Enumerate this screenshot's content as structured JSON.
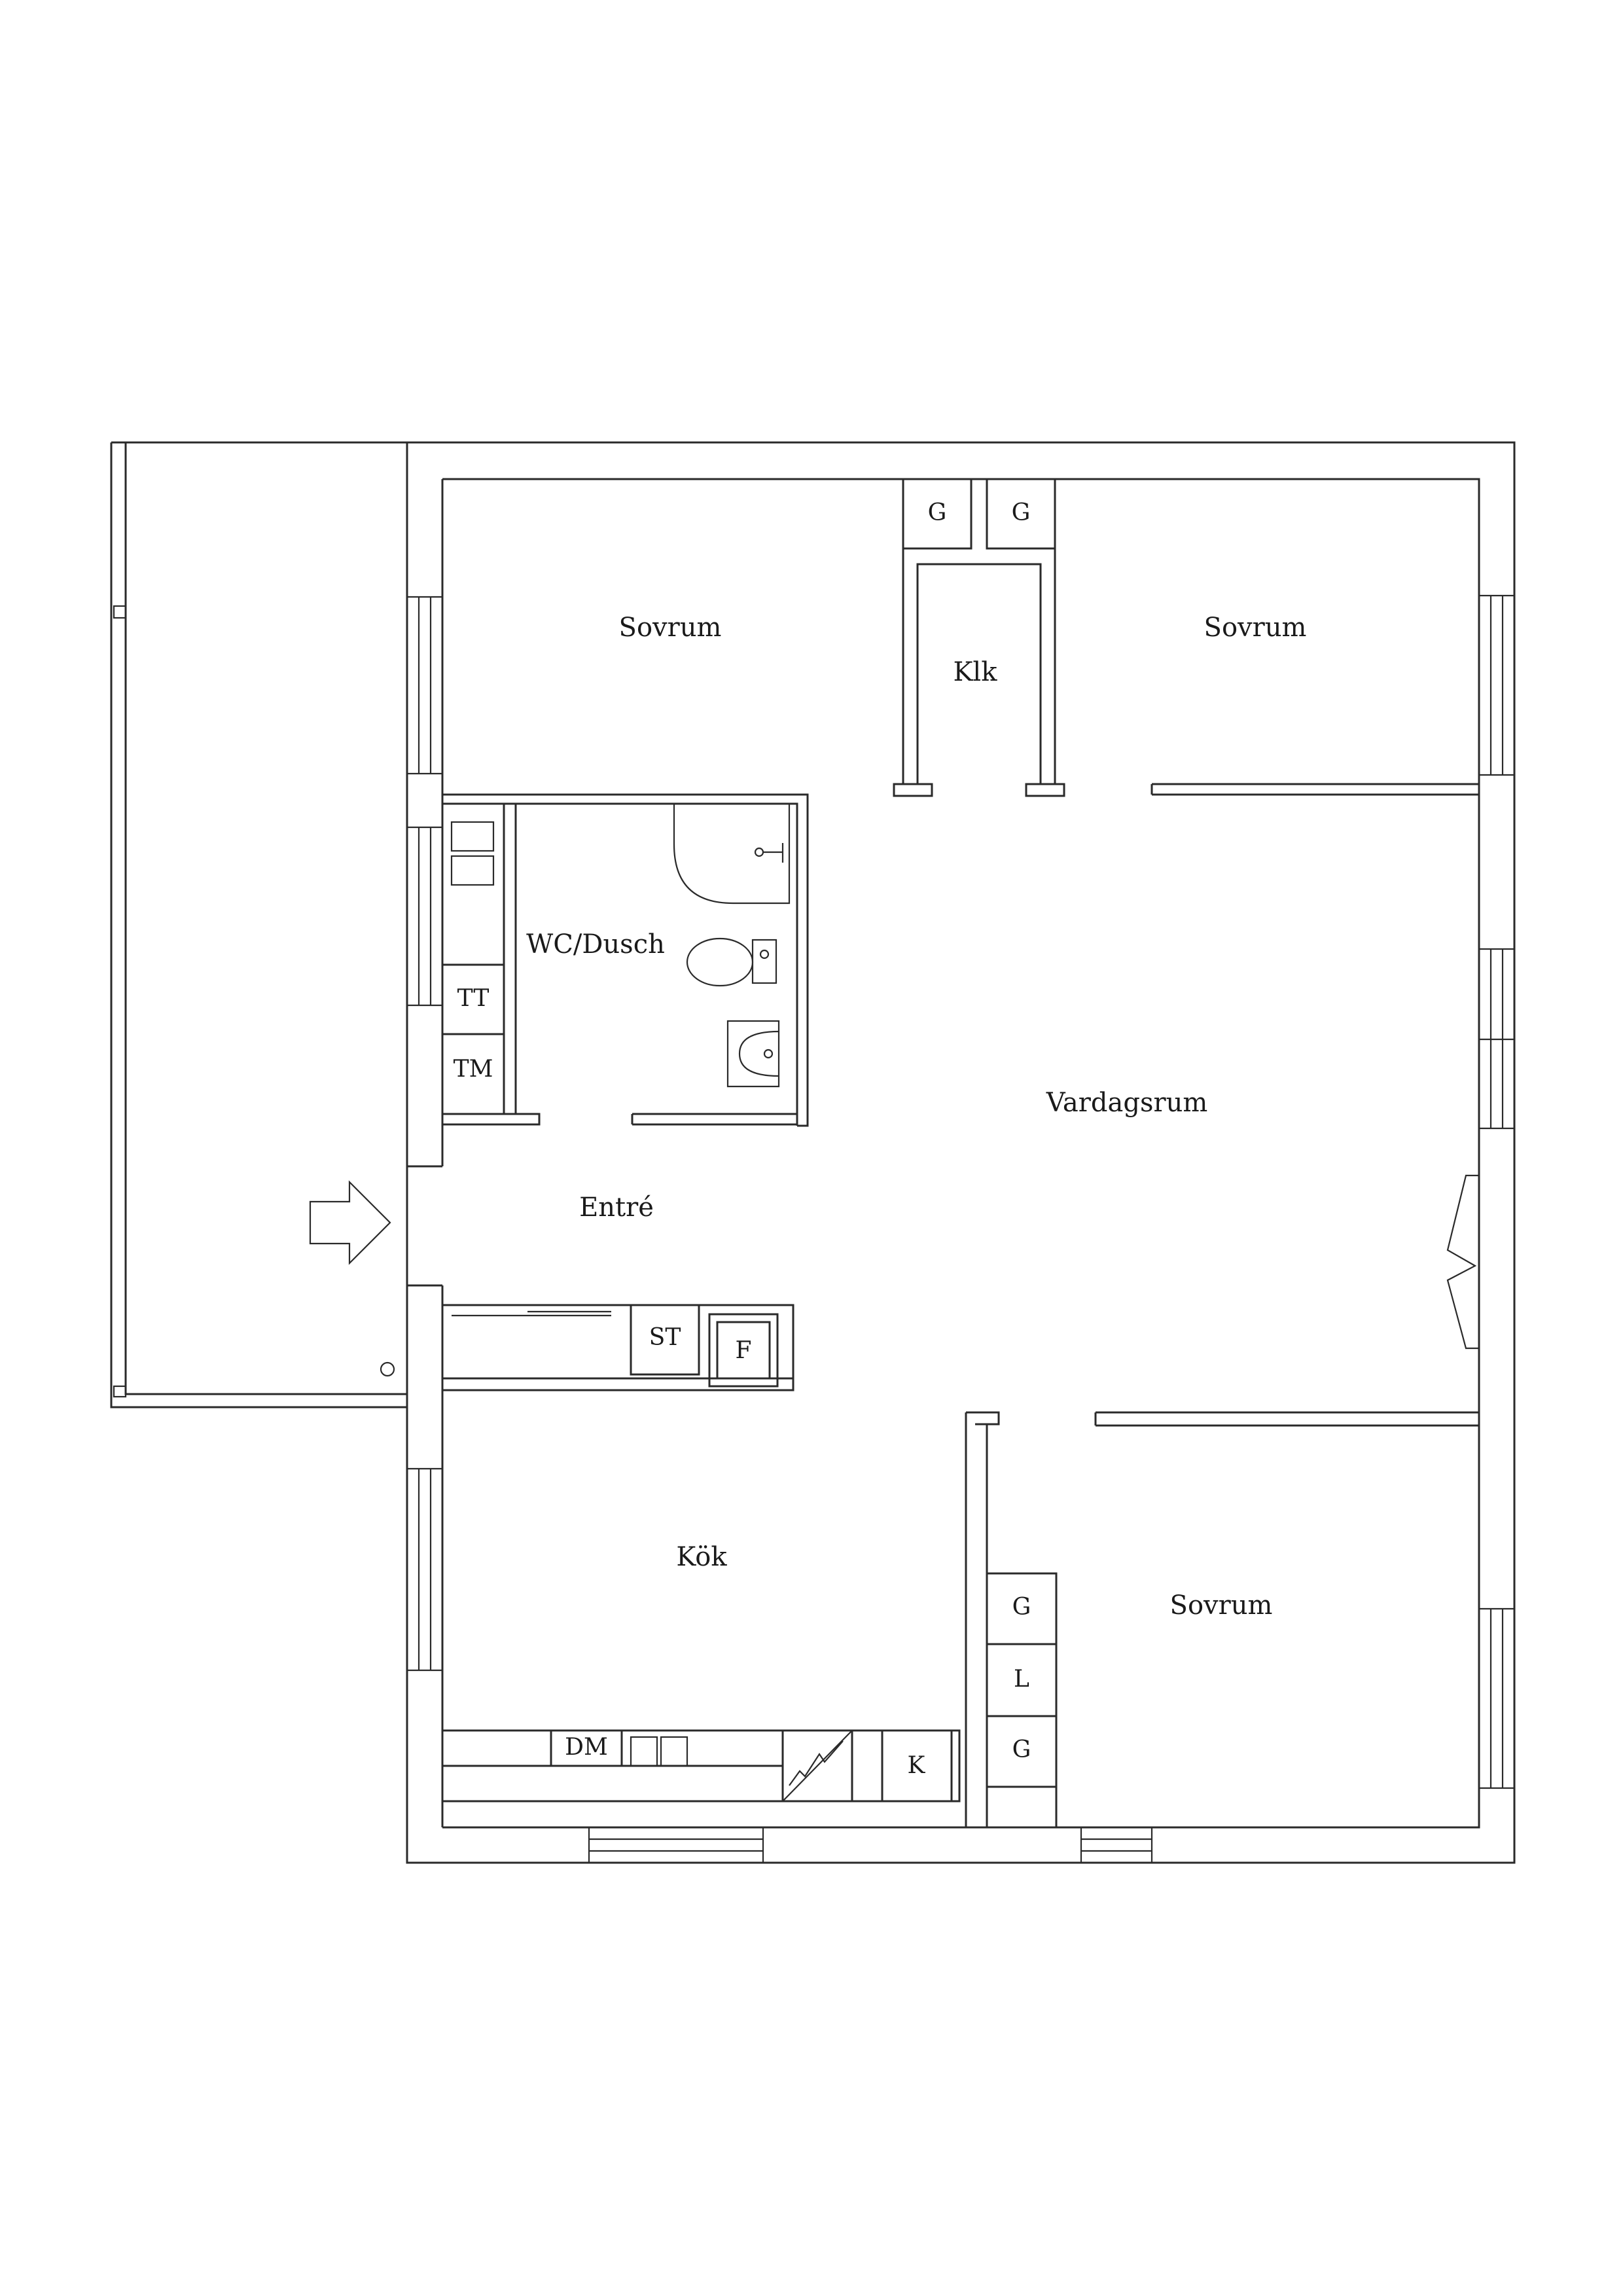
{
  "rooms": {
    "bedroom_top_left": "Sovrum",
    "bedroom_top_right": "Sovrum",
    "walk_in_closet": "Klk",
    "bathroom": "WC/Dusch",
    "living_room": "Vardagsrum",
    "entrance": "Entré",
    "kitchen": "Kök",
    "bedroom_bottom_right": "Sovrum"
  },
  "fixtures": {
    "wardrobe_top_1": "G",
    "wardrobe_top_2": "G",
    "dryer": "TT",
    "washer": "TM",
    "cabinet_st": "ST",
    "fridge": "F",
    "dishwasher": "DM",
    "fridge_kitchen": "K",
    "wardrobe_bottom_1": "G",
    "linen": "L",
    "wardrobe_bottom_2": "G"
  },
  "icons": {
    "entrance_arrow": "arrow-right-icon",
    "stove": "stove-icon",
    "toilet": "toilet-icon",
    "sink": "sink-icon",
    "shower": "shower-icon"
  }
}
